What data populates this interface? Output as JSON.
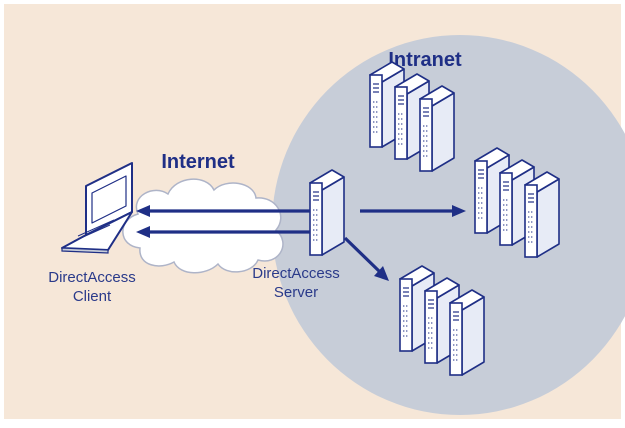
{
  "diagram": {
    "colors": {
      "background": "#f6e7d8",
      "intranet_zone": "#c7cdd8",
      "arrow": "#1f2f86",
      "server_face": "#ffffff",
      "server_side": "#e7ebf6",
      "outline": "#1f2f86"
    },
    "labels": {
      "internet": "Internet",
      "intranet": "Intranet",
      "client_line1": "DirectAccess",
      "client_line2": "Client",
      "server_line1": "DirectAccess",
      "server_line2": "Server"
    },
    "icons": {
      "client": "laptop-icon",
      "cloud": "cloud-icon",
      "server": "server-icon",
      "server_rack": "server-rack-icon"
    }
  }
}
